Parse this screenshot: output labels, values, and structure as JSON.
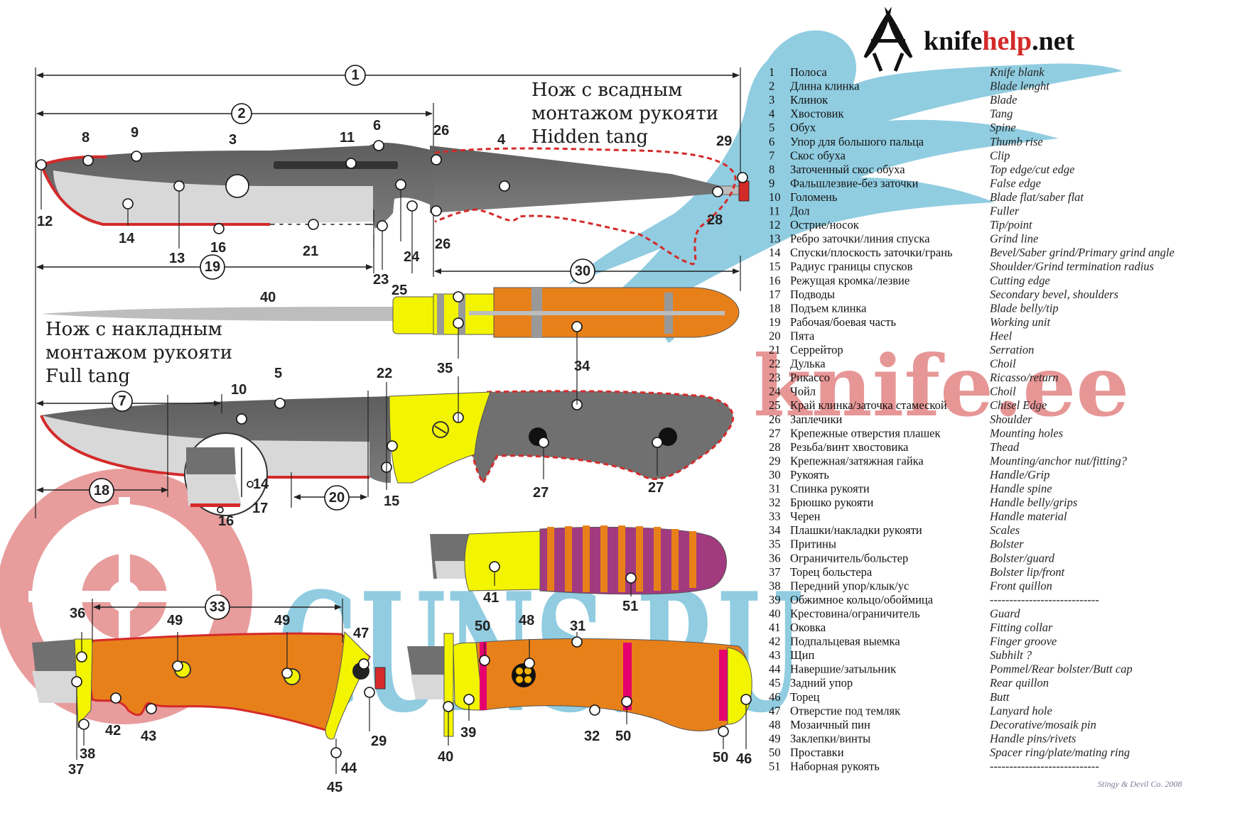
{
  "brand": {
    "prefix": "knife",
    "accent": "help",
    "suffix": ".net"
  },
  "watermarks": {
    "knife_ee": "knife.ee",
    "guns": "GUNS.RU"
  },
  "titles": {
    "hidden": [
      "Нож с всадным",
      "монтажом рукояти",
      "Hidden tang"
    ],
    "full": [
      "Нож с накладным",
      "монтажом рукояти",
      "Full tang"
    ]
  },
  "copyright": "Stingy & Devil Co. 2008",
  "legend": [
    {
      "n": "1",
      "ru": "Полоса",
      "en": "Knife blank"
    },
    {
      "n": "2",
      "ru": "Длина клинка",
      "en": "Blade lenght"
    },
    {
      "n": "3",
      "ru": "Клинок",
      "en": "Blade"
    },
    {
      "n": "4",
      "ru": "Хвостовик",
      "en": "Tang"
    },
    {
      "n": "5",
      "ru": "Обух",
      "en": "Spine"
    },
    {
      "n": "6",
      "ru": "Упор для большого пальца",
      "en": "Thumb rise"
    },
    {
      "n": "7",
      "ru": "Скос обуха",
      "en": "Clip"
    },
    {
      "n": "8",
      "ru": "Заточенный скос обуха",
      "en": "Top edge/cut edge"
    },
    {
      "n": "9",
      "ru": "Фальшлезвие-без заточки",
      "en": "False edge"
    },
    {
      "n": "10",
      "ru": "Голомень",
      "en": "Blade flat/saber flat"
    },
    {
      "n": "11",
      "ru": "Дол",
      "en": "Fuller"
    },
    {
      "n": "12",
      "ru": "Острие/носок",
      "en": "Tip/point"
    },
    {
      "n": "13",
      "ru": "Ребро заточки/линия спуска",
      "en": "Grind line"
    },
    {
      "n": "14",
      "ru": "Спуски/плоскость заточки/грань",
      "en": "Bevel/Saber grind/Primary grind angle"
    },
    {
      "n": "15",
      "ru": "Радиус границы спусков",
      "en": "Shoulder/Grind termination radius"
    },
    {
      "n": "16",
      "ru": "Режущая кромка/лезвие",
      "en": "Cutting edge"
    },
    {
      "n": "17",
      "ru": "Подводы",
      "en": "Secondary bevel, shoulders"
    },
    {
      "n": "18",
      "ru": "Подъем клинка",
      "en": "Blade belly/tip"
    },
    {
      "n": "19",
      "ru": "Рабочая/боевая часть",
      "en": "Working unit"
    },
    {
      "n": "20",
      "ru": "Пята",
      "en": "Heel"
    },
    {
      "n": "21",
      "ru": "Серрейтор",
      "en": "Serration"
    },
    {
      "n": "22",
      "ru": "Дулька",
      "en": "Choil"
    },
    {
      "n": "23",
      "ru": "Рикассо",
      "en": "Ricasso/return"
    },
    {
      "n": "24",
      "ru": "Чойл",
      "en": "Choil"
    },
    {
      "n": "25",
      "ru": "Край клинка/заточка стамеской",
      "en": "Chisel Edge"
    },
    {
      "n": "26",
      "ru": "Заплечики",
      "en": "Shoulder"
    },
    {
      "n": "27",
      "ru": "Крепежные отверстия плашек",
      "en": "Mounting holes"
    },
    {
      "n": "28",
      "ru": "Резьба/винт хвостовика",
      "en": "Thead"
    },
    {
      "n": "29",
      "ru": "Крепежная/затяжная гайка",
      "en": "Mounting/anchor nut/fitting?"
    },
    {
      "n": "30",
      "ru": "Рукоять",
      "en": "Handle/Grip"
    },
    {
      "n": "31",
      "ru": "Спинка рукояти",
      "en": "Handle spine"
    },
    {
      "n": "32",
      "ru": "Брюшко рукояти",
      "en": "Handle belly/grips"
    },
    {
      "n": "33",
      "ru": "Черен",
      "en": "Handle material"
    },
    {
      "n": "34",
      "ru": "Плашки/накладки рукояти",
      "en": "Scales"
    },
    {
      "n": "35",
      "ru": "Притины",
      "en": "Bolster"
    },
    {
      "n": "36",
      "ru": "Ограничитель/больстер",
      "en": "Bolster/guard"
    },
    {
      "n": "37",
      "ru": "Торец больстера",
      "en": "Bolster lip/front"
    },
    {
      "n": "38",
      "ru": "Передний упор/клык/ус",
      "en": "Front quillon"
    },
    {
      "n": "39",
      "ru": "Обжимное кольцо/обоймица",
      "en": "----------------------------"
    },
    {
      "n": "40",
      "ru": "Крестовина/ограничитель",
      "en": "Guard"
    },
    {
      "n": "41",
      "ru": "Оковка",
      "en": "Fitting collar"
    },
    {
      "n": "42",
      "ru": "Подпальцевая выемка",
      "en": "Finger groove"
    },
    {
      "n": "43",
      "ru": "Щип",
      "en": "Subhilt ?"
    },
    {
      "n": "44",
      "ru": "Навершие/затыльник",
      "en": "Pommel/Rear bolster/Butt cap"
    },
    {
      "n": "45",
      "ru": "Задний упор",
      "en": "Rear quillon"
    },
    {
      "n": "46",
      "ru": "Торец",
      "en": "Butt"
    },
    {
      "n": "47",
      "ru": "Отверстие под темляк",
      "en": "Lanyard hole"
    },
    {
      "n": "48",
      "ru": "Мозаичный пин",
      "en": "Decorative/mosaik pin"
    },
    {
      "n": "49",
      "ru": "Заклепки/винты",
      "en": "Handle pins/rivets"
    },
    {
      "n": "50",
      "ru": "Проставки",
      "en": "Spacer ring/plate/mating ring"
    },
    {
      "n": "51",
      "ru": "Наборная рукоять",
      "en": "----------------------------"
    }
  ],
  "callouts": {
    "c1": "1",
    "c2": "2",
    "c3": "3",
    "c4": "4",
    "c5": "5",
    "c6": "6",
    "c7": "7",
    "c8": "8",
    "c9": "9",
    "c10a": "10",
    "c11": "11",
    "c12": "12",
    "c13": "13",
    "c14a": "14",
    "c14b": "14",
    "c15": "15",
    "c16a": "16",
    "c16b": "16",
    "c17": "17",
    "c18": "18",
    "c19": "19",
    "c20": "20",
    "c21": "21",
    "c22": "22",
    "c23": "23",
    "c24": "24",
    "c25": "25",
    "c26a": "26",
    "c26b": "26",
    "c27a": "27",
    "c27b": "27",
    "c28": "28",
    "c29a": "29",
    "c29b": "29",
    "c30": "30",
    "c31": "31",
    "c32": "32",
    "c33": "33",
    "c34": "34",
    "c35": "35",
    "c36": "36",
    "c37": "37",
    "c38": "38",
    "c39": "39",
    "c40a": "40",
    "c40b": "40",
    "c41": "41",
    "c42": "42",
    "c43": "43",
    "c44": "44",
    "c45": "45",
    "c46": "46",
    "c47": "47",
    "c48": "48",
    "c49a": "49",
    "c49b": "49",
    "c50a": "50",
    "c50b": "50",
    "c50c": "50",
    "c51": "51"
  },
  "colors": {
    "red": "#d42a2a",
    "yellow": "#f3f500",
    "orange": "#e8801a",
    "gray": "#707070",
    "blue_wm": "#7ec4dc",
    "red_wm": "#e58b8b"
  }
}
